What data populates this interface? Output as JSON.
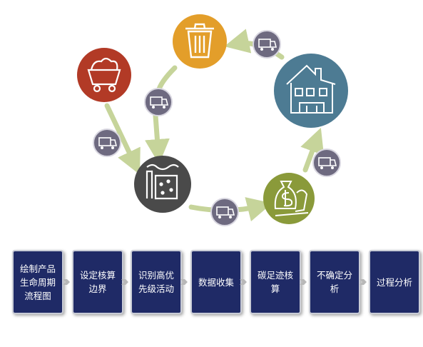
{
  "colors": {
    "raw_material_circle": "#b23a26",
    "disposal_circle": "#e39e2a",
    "use_circle": "#4d7b93",
    "manufacturing_circle": "#4a4a4a",
    "sales_circle": "#8a9a3a",
    "arrow": "#c6d49a",
    "transport_node": "#6e6a80",
    "step_box": "#1f2a66",
    "step_border": "#c9ccd6",
    "step_arrow": "#b8b8b8"
  },
  "cycle": {
    "stages": [
      {
        "icon": "mine-cart-icon"
      },
      {
        "icon": "trash-bin-icon"
      },
      {
        "icon": "house-icon"
      },
      {
        "icon": "factory-icon"
      },
      {
        "icon": "money-bag-icon"
      }
    ],
    "transport_icon": "truck-icon"
  },
  "steps": [
    {
      "label": "绘制产品生命周期流程图"
    },
    {
      "label": "设定核算边界"
    },
    {
      "label": "识别高优先级活动"
    },
    {
      "label": "数据收集"
    },
    {
      "label": "碳足迹核算"
    },
    {
      "label": "不确定分析"
    },
    {
      "label": "过程分析"
    }
  ]
}
